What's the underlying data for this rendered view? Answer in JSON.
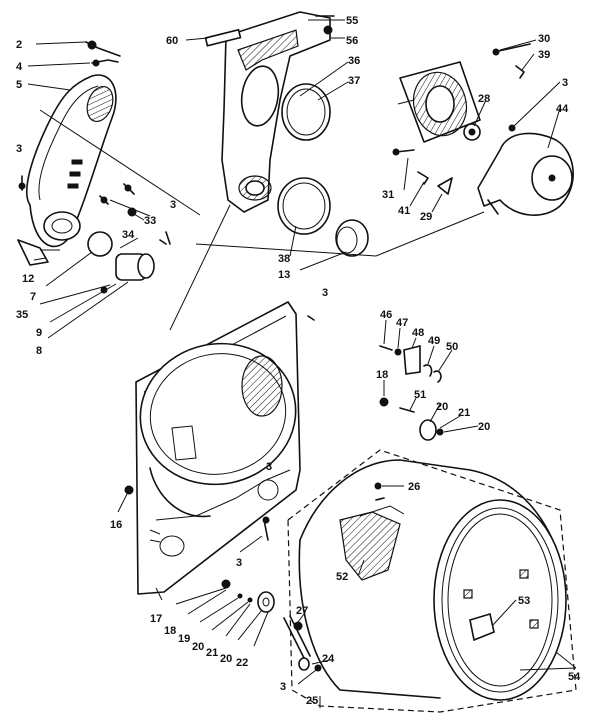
{
  "callouts": [
    "2",
    "4",
    "5",
    "3",
    "33",
    "3",
    "34",
    "12",
    "7",
    "35",
    "9",
    "8",
    "60",
    "55",
    "56",
    "36",
    "37",
    "38",
    "13",
    "30",
    "39",
    "3",
    "28",
    "44",
    "31",
    "41",
    "29",
    "3",
    "46",
    "47",
    "48",
    "49",
    "50",
    "18",
    "51",
    "20",
    "21",
    "20",
    "16",
    "3",
    "3",
    "26",
    "52",
    "17",
    "18",
    "19",
    "20",
    "21",
    "20",
    "22",
    "27",
    "24",
    "3",
    "25",
    "53",
    "54"
  ]
}
